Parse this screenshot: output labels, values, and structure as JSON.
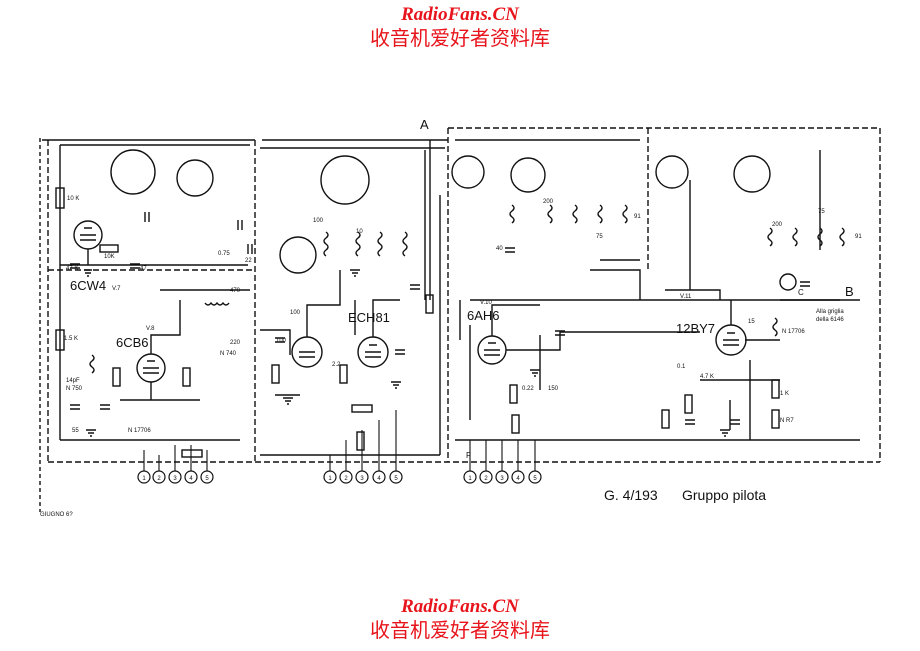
{
  "watermark": {
    "brand_en": "RadioFans.CN",
    "brand_cn": "收音机爱好者资料库"
  },
  "schematic": {
    "sheet_id": "G. 4/193",
    "sheet_title": "Gruppo pilota",
    "date_note": "GIUGNO 6?",
    "tubes": [
      {
        "label": "6CW4"
      },
      {
        "label": "6CB6"
      },
      {
        "label": "ECH81"
      },
      {
        "label": "6AH6"
      },
      {
        "label": "12BY7"
      }
    ],
    "tube_positions": {
      "v7": "V.7",
      "v8": "V.8",
      "v10": "V.10",
      "v11": "V.11"
    },
    "terminals": {
      "a": "A",
      "b": "B",
      "c": "C",
      "f": "F"
    },
    "connector_numbers": [
      "1",
      "2",
      "3",
      "4",
      "5"
    ],
    "note_output": [
      "Alla griglia",
      "della 6146"
    ],
    "components": {
      "r_10k_v": "10 K",
      "r_10k_h": "10K",
      "r_47k": "47 K",
      "c_47": "47",
      "c_075": "0.75",
      "c_22": "22",
      "r_15k": "1.5 K",
      "c_14pf": "14pF",
      "n750": "N 750",
      "c_55": "55",
      "n17706": "N 17706",
      "n740": "N 740",
      "c_220": "220",
      "c_470": "470",
      "c_100": "100",
      "c_2_2": "2.2",
      "c_0_22": "0.22",
      "c_200": "200",
      "c_40": "40",
      "c_75": "75",
      "c_91": "91",
      "c_15": "15",
      "c_1k": "1 K",
      "c_0_1": "0.1",
      "r_47k_b": "4.7 K",
      "c_150": "150",
      "c_10": "10",
      "n_r7": "N R7"
    }
  }
}
